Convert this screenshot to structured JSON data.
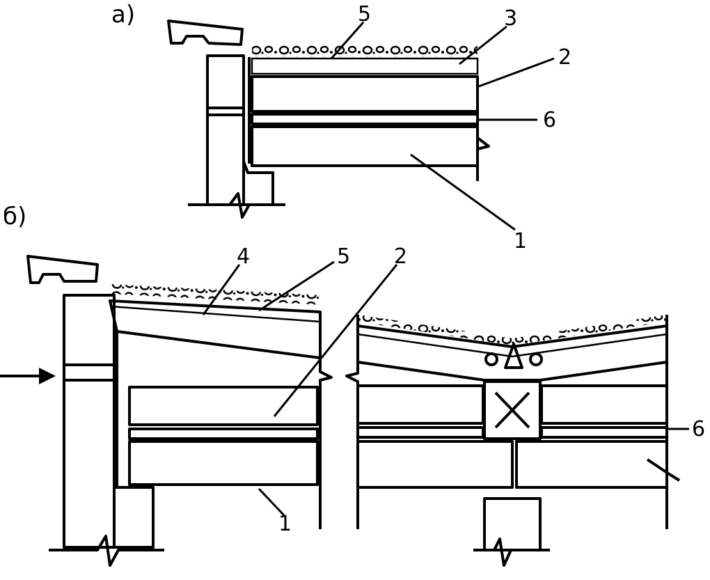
{
  "sections": {
    "a": "а)",
    "b": "б)"
  },
  "callouts_a": {
    "n1": "1",
    "n2": "2",
    "n3": "3",
    "n5": "5",
    "n6": "6"
  },
  "callouts_b": {
    "n1": "1",
    "n2": "2",
    "n4": "4",
    "n5": "5",
    "n6": "6"
  }
}
